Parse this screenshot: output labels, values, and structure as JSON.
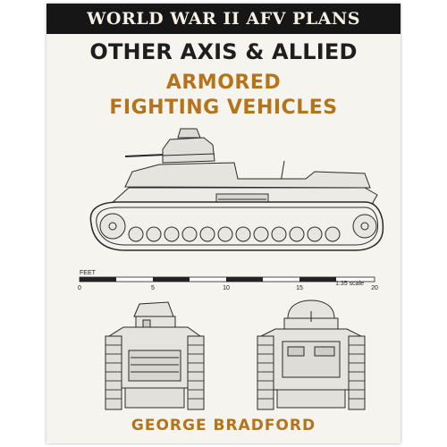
{
  "series_banner": "WORLD WAR II AFV PLANS",
  "title_line1": "OTHER AXIS & ALLIED",
  "title_line2": "ARMORED",
  "title_line3": "FIGHTING VEHICLES",
  "author": "GEORGE BRADFORD",
  "scale_bar": {
    "unit_label": "FEET",
    "ticks": [
      "0",
      "5",
      "10",
      "15",
      "20"
    ],
    "scale_note": "1:35 scale"
  },
  "colors": {
    "banner_bg": "#161616",
    "title_dark": "#1e1e1e",
    "title_accent": "#b5731a"
  }
}
